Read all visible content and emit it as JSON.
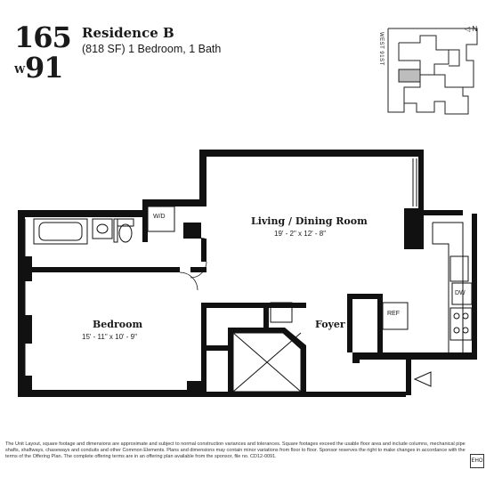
{
  "logo": {
    "top": "165",
    "w": "W",
    "bottom": "91"
  },
  "header": {
    "title": "Residence B",
    "subtitle": "(818 SF) 1 Bedroom, 1 Bath"
  },
  "keyplan": {
    "street": "WEST 91ST",
    "north": "N"
  },
  "rooms": {
    "living": {
      "label": "Living / Dining Room",
      "dims": "19' - 2\" x 12' - 8\""
    },
    "bedroom": {
      "label": "Bedroom",
      "dims": "15' - 11\" x 10' - 9\""
    },
    "foyer": {
      "label": "Foyer"
    }
  },
  "fixtures": {
    "wd": "W/D",
    "dw": "DW",
    "ref": "REF"
  },
  "disclaimer": "The Unit Layout, square footage and dimensions are approximate and subject to normal construction variances and tolerances. Square footages exceed the usable floor area and include columns, mechanical pipe shafts, shaftways, chaseways and conduits and other Common Elements. Plans and dimensions may contain minor variations from floor to floor. Sponsor reserves the right to make changes in accordance with the terms of the Offering Plan. The complete offering terms are in an offering plan available from the sponsor, file no. CD12-0091.",
  "eho": "EHO"
}
